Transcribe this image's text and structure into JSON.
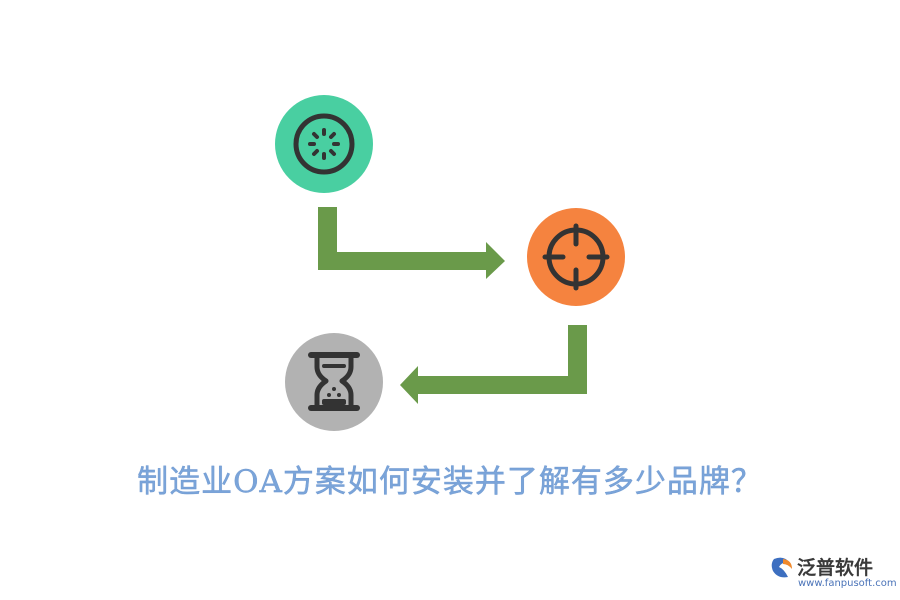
{
  "title": "制造业OA方案如何安装并了解有多少品牌？",
  "logo": {
    "name": "泛普软件",
    "url": "www.fanpusoft.com"
  },
  "nodes": [
    {
      "id": "start",
      "icon": "dial-icon",
      "color": "#49cfa1"
    },
    {
      "id": "target",
      "icon": "crosshair-icon",
      "color": "#f5833f"
    },
    {
      "id": "time",
      "icon": "hourglass-icon",
      "color": "#b2b2b2"
    }
  ],
  "colors": {
    "arrow": "#6a9a4a",
    "icon_stroke": "#333333",
    "title": "#7aa4d9"
  }
}
